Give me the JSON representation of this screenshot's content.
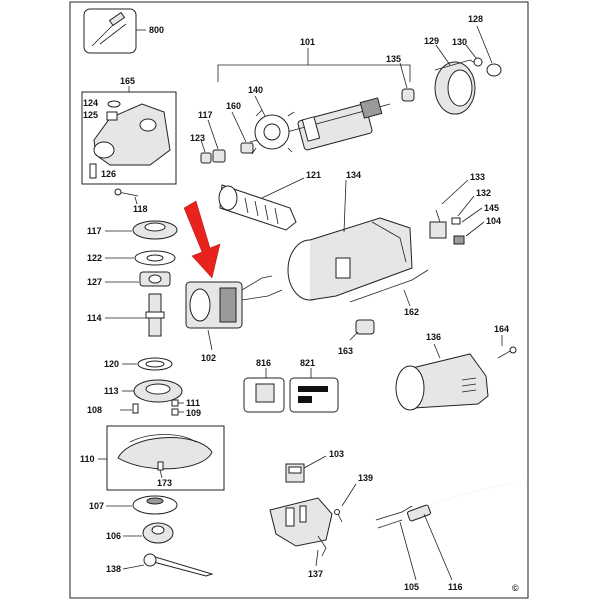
{
  "diagram": {
    "callouts": {
      "p800": "800",
      "p101": "101",
      "p128": "128",
      "p129": "129",
      "p130": "130",
      "p135": "135",
      "p165": "165",
      "p124": "124",
      "p125": "125",
      "p126": "126",
      "p117a": "117",
      "p160": "160",
      "p140": "140",
      "p123": "123",
      "p121": "121",
      "p134": "134",
      "p118": "118",
      "p133": "133",
      "p132": "132",
      "p145": "145",
      "p104": "104",
      "p117b": "117",
      "p122": "122",
      "p127": "127",
      "p114": "114",
      "p102": "102",
      "p162": "162",
      "p136": "136",
      "p164": "164",
      "p163": "163",
      "p120": "120",
      "p816": "816",
      "p821": "821",
      "p113": "113",
      "p111": "111",
      "p108": "108",
      "p109": "109",
      "p110": "110",
      "p173": "173",
      "p103": "103",
      "p139": "139",
      "p107": "107",
      "p106": "106",
      "p138": "138",
      "p137": "137",
      "p105": "105",
      "p116": "116"
    },
    "copyright": "©"
  },
  "colors": {
    "arrow": "#e8231e",
    "line": "#222222"
  }
}
